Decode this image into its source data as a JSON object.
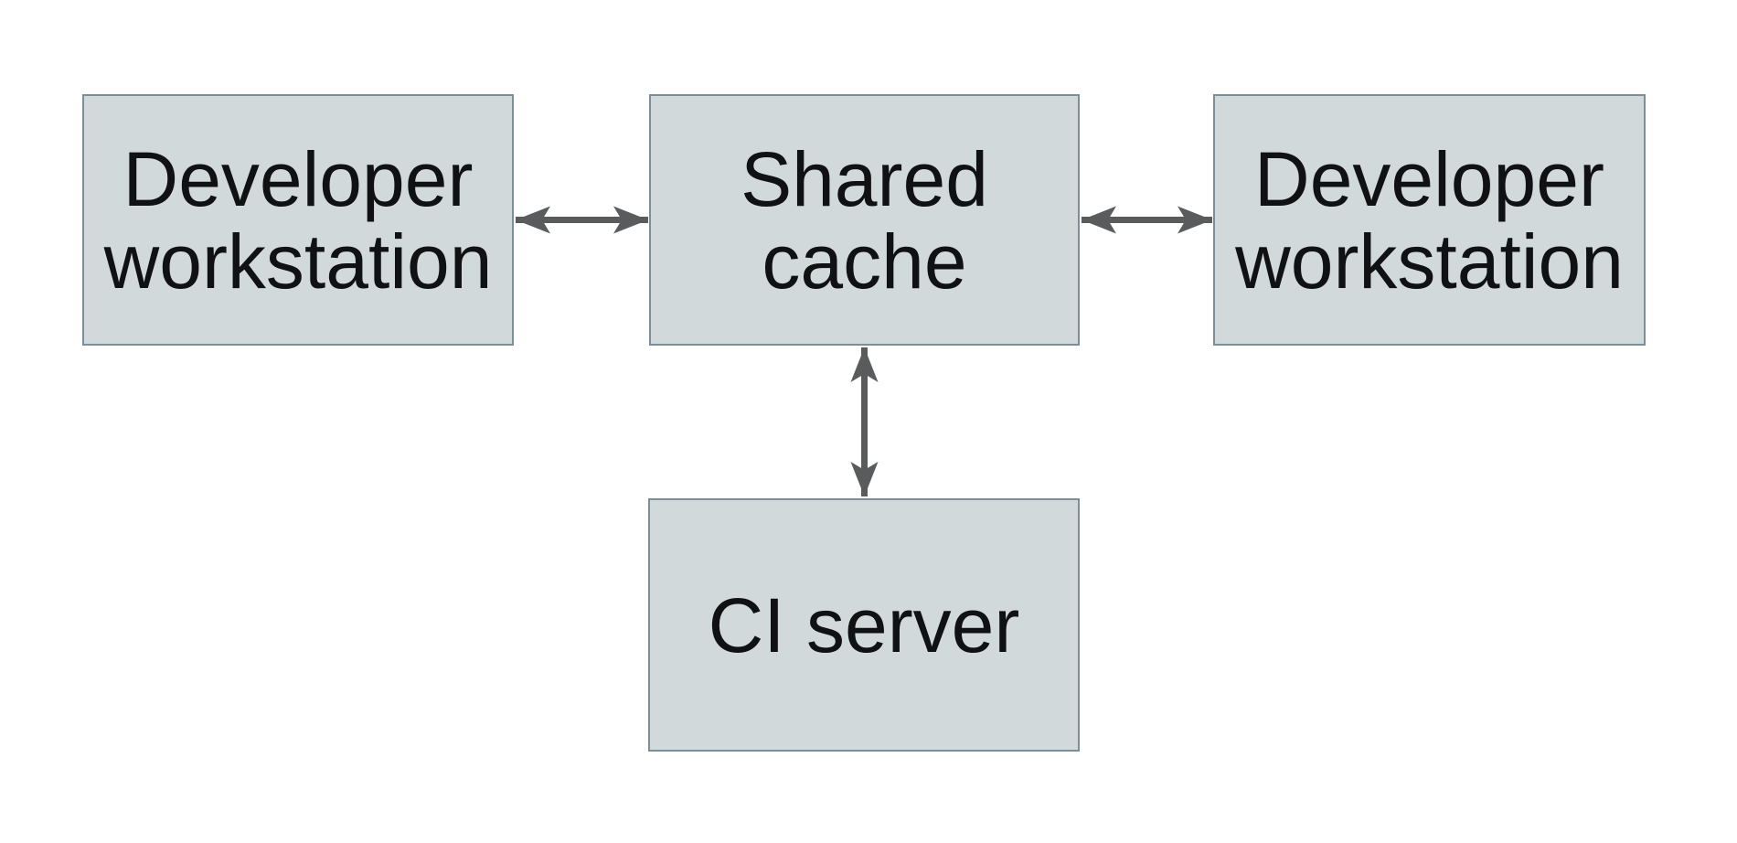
{
  "diagram": {
    "type": "architecture-flowchart",
    "nodes": [
      {
        "id": "developer-workstation-left",
        "label": "Developer workstation"
      },
      {
        "id": "shared-cache",
        "label": "Shared cache"
      },
      {
        "id": "developer-workstation-right",
        "label": "Developer workstation"
      },
      {
        "id": "ci-server",
        "label": "CI server"
      }
    ],
    "edges": [
      {
        "from": "developer-workstation-left",
        "to": "shared-cache",
        "style": "double-headed-arrow"
      },
      {
        "from": "shared-cache",
        "to": "developer-workstation-right",
        "style": "double-headed-arrow"
      },
      {
        "from": "shared-cache",
        "to": "ci-server",
        "style": "double-headed-arrow"
      }
    ],
    "colors": {
      "background": "#ffffff",
      "node_fill": "#d2d9db",
      "node_border": "#7a8f99",
      "arrow": "#595b5d",
      "text": "#101112"
    }
  }
}
